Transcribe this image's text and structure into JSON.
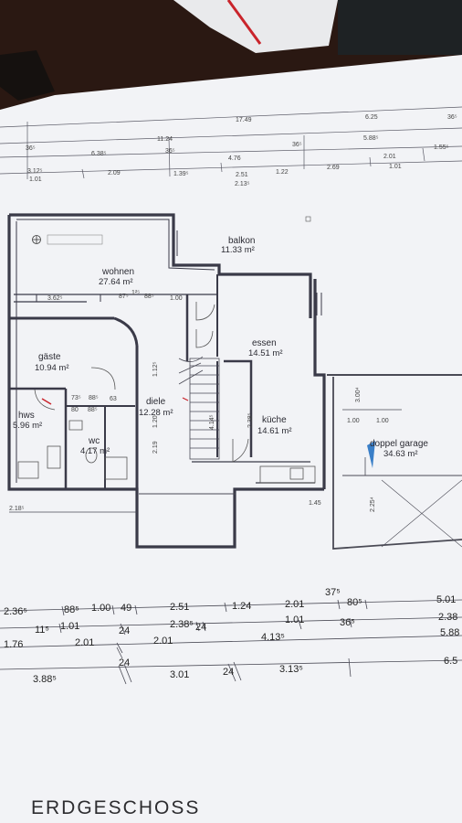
{
  "title": "ERDGESCHOSS",
  "rooms": [
    {
      "id": "balkon",
      "name": "balkon",
      "area": "11.33 m²"
    },
    {
      "id": "wohnen",
      "name": "wohnen",
      "area": "27.64 m²"
    },
    {
      "id": "gaeste",
      "name": "gäste",
      "area": "10.94 m²"
    },
    {
      "id": "diele",
      "name": "diele",
      "area": "12.28 m²"
    },
    {
      "id": "essen",
      "name": "essen",
      "area": "14.51 m²"
    },
    {
      "id": "kueche",
      "name": "küche",
      "area": "14.61 m²"
    },
    {
      "id": "hws",
      "name": "hws",
      "area": "5.96 m²"
    },
    {
      "id": "wc",
      "name": "wc",
      "area": "4.17 m²"
    },
    {
      "id": "garage",
      "name": "doppel garage",
      "area": "34.63 m²"
    }
  ],
  "top_dimensions": {
    "row1": [
      "17.49",
      "6.25"
    ],
    "row2": [
      "36⁵",
      "11.24",
      "5.88⁵"
    ],
    "row3": [
      "36⁵",
      "6.38⁵",
      "36⁵",
      "4.76",
      "36⁵",
      "1.55⁵"
    ],
    "row4": [
      "3.12⁵",
      "2.09",
      "1.39⁵",
      "2.51",
      "1.22",
      "2.69",
      "2.01"
    ],
    "row5": [
      "1.01",
      "2.13⁵",
      "1.01"
    ]
  },
  "interior_dimensions": [
    "3.62⁵",
    "87⁵",
    "1²⁵",
    "88⁵",
    "1.00",
    "73⁵",
    "88⁵",
    "63",
    "80",
    "88⁵",
    "1.00",
    "1.00",
    "3.00⁴",
    "1.45",
    "2.18⁵",
    "2.19",
    "1.12⁵",
    "1.20",
    "2.25⁴",
    "2.38⁵",
    "4.14⁵"
  ],
  "bottom_dimensions": {
    "row1": [
      "2.36⁵",
      "88⁵",
      "1.00",
      "49",
      "2.51",
      "1.24",
      "2.01",
      "37⁵",
      "80⁵",
      "5.01"
    ],
    "row2": [
      "11⁵",
      "1.01",
      "2.38⁵",
      "24",
      "1.01",
      "36⁵",
      "2.38"
    ],
    "row3": [
      "1.76",
      "2.01",
      "24",
      "2.01",
      "4.13⁵",
      "5.88"
    ],
    "row4": [
      "24"
    ],
    "row5": [
      "3.88⁵",
      "3.01",
      "24",
      "3.13⁵",
      "6.5"
    ]
  },
  "colors": {
    "background": "#2a1812",
    "paper": "#f2f3f6",
    "ink": "#3a3a48",
    "accent_red": "#c9242b",
    "accent_blue": "#3a7fc8"
  },
  "icons": [
    "north-arrow-icon",
    "level-marker-icon"
  ]
}
